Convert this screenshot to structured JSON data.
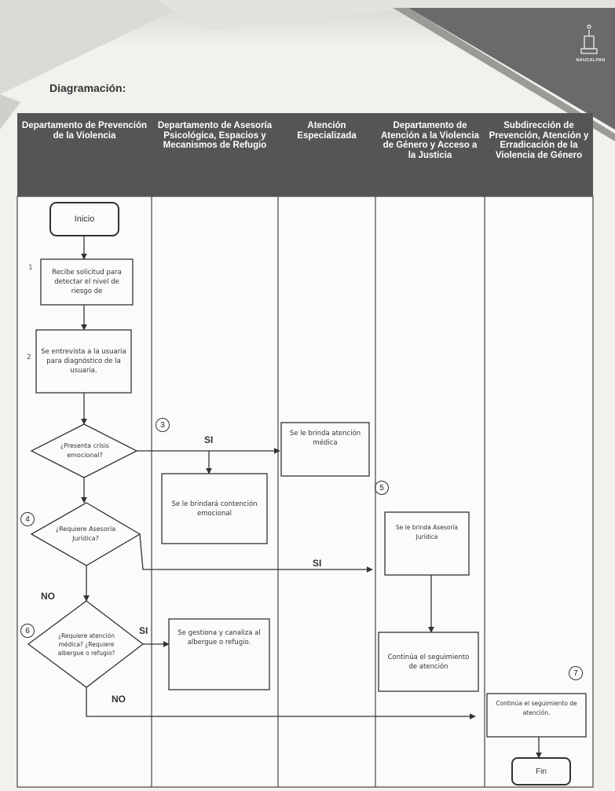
{
  "title": "Diagramación:",
  "logo_text": "NAUCALPAN",
  "lanes": [
    "Departamento de Prevención de la Violencia",
    "Departamento de Asesoría Psicológica, Espacios y Mecanismos de Refugio",
    "Atención Especializada",
    "Departamento de Atención a la Violencia de Género y Acceso a la Justicia",
    "Subdirección de Prevención, Atención y Erradicación de la Violencia de Género"
  ],
  "nodes": {
    "start": "Inicio",
    "step1": "Recibe solicitud para detectar el nivel de riesgo de",
    "step2": "Se entrevista a la usuaria para diagnóstico de la usuaria.",
    "decision1": "¿Presenta crisis emocional?",
    "decision2": "¿Requiere Asesoría Jurídica?",
    "decision3": "¿Requiere atención médica? ¿Requiere albergue o refugio?",
    "contention": "Se le brindará contención emocional",
    "medical": "Se le brinda atención médica",
    "legal": "Se le brinda Asesoría Jurídica",
    "follow_up": "Continúa el seguimiento de atención",
    "shelter": "Se gestiona y canaliza al albergue o refugio.",
    "final_follow_up": "Continúa el seguimiento de atención.",
    "end": "Fin"
  },
  "step_numbers": {
    "n1": "1",
    "n2": "2",
    "n3": "3",
    "n4": "4",
    "n5": "5",
    "n6": "6",
    "n7": "7"
  },
  "flow_labels": {
    "yes1": "SI",
    "yes2": "SI",
    "yes3": "SI",
    "no1": "NO",
    "no2": "NO"
  }
}
